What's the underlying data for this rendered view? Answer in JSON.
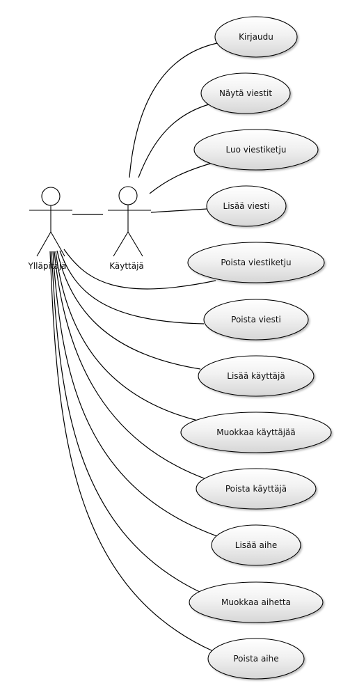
{
  "diagram": {
    "type": "use-case",
    "actors": [
      {
        "id": "admin",
        "label": "Ylläpitäjä"
      },
      {
        "id": "user",
        "label": "Käyttäjä"
      }
    ],
    "use_cases": [
      {
        "id": "uc1",
        "label": "Kirjaudu"
      },
      {
        "id": "uc2",
        "label": "Näytä viestit"
      },
      {
        "id": "uc3",
        "label": "Luo viestiketju"
      },
      {
        "id": "uc4",
        "label": "Lisää viesti"
      },
      {
        "id": "uc5",
        "label": "Poista viestiketju"
      },
      {
        "id": "uc6",
        "label": "Poista viesti"
      },
      {
        "id": "uc7",
        "label": "Lisää käyttäjä"
      },
      {
        "id": "uc8",
        "label": "Muokkaa käyttäjää"
      },
      {
        "id": "uc9",
        "label": "Poista käyttäjä"
      },
      {
        "id": "uc10",
        "label": "Lisää aihe"
      },
      {
        "id": "uc11",
        "label": "Muokkaa aihetta"
      },
      {
        "id": "uc12",
        "label": "Poista aihe"
      }
    ],
    "associations": [
      {
        "from": "admin",
        "to": "user"
      },
      {
        "from": "user",
        "to": "uc1"
      },
      {
        "from": "user",
        "to": "uc2"
      },
      {
        "from": "user",
        "to": "uc3"
      },
      {
        "from": "user",
        "to": "uc4"
      },
      {
        "from": "admin",
        "to": "uc5"
      },
      {
        "from": "admin",
        "to": "uc6"
      },
      {
        "from": "admin",
        "to": "uc7"
      },
      {
        "from": "admin",
        "to": "uc8"
      },
      {
        "from": "admin",
        "to": "uc9"
      },
      {
        "from": "admin",
        "to": "uc10"
      },
      {
        "from": "admin",
        "to": "uc11"
      },
      {
        "from": "admin",
        "to": "uc12"
      }
    ]
  }
}
